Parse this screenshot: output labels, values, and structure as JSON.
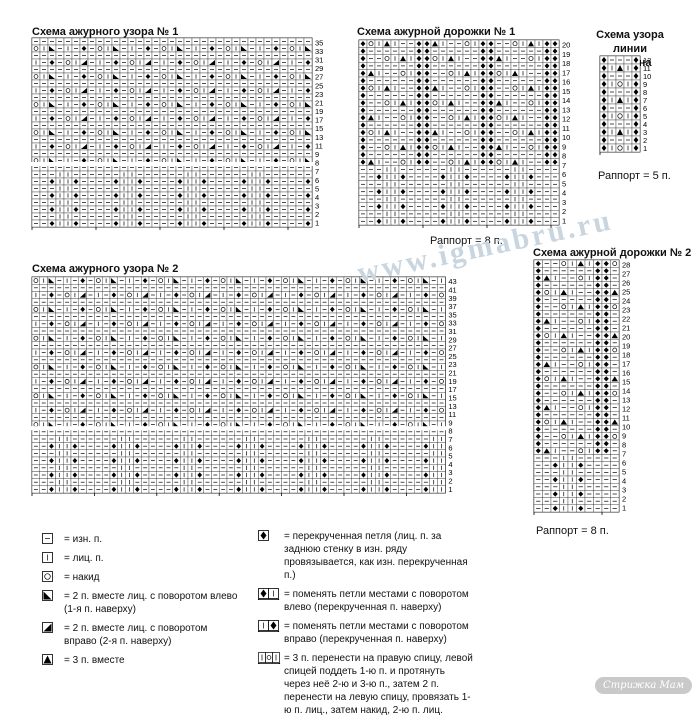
{
  "titles": {
    "chart1": "Схема ажурного узора № 1",
    "chart2": "Схема ажурной дорожки № 1",
    "chart3": "Схема узора линии реглана",
    "chart4": "Схема ажурного узора № 2",
    "chart5": "Схема ажурной дорожки № 2"
  },
  "rapports": {
    "chart2": "Раппорт = 8 п.",
    "chart3": "Раппорт = 5 п.",
    "chart5": "Раппорт = 8 п."
  },
  "row_labels": {
    "chart1": [
      "1",
      "2",
      "3",
      "4",
      "5",
      "6",
      "7",
      "8",
      "9",
      "11",
      "13",
      "15",
      "17",
      "19",
      "21",
      "23",
      "25",
      "27",
      "29",
      "31",
      "33",
      "35"
    ],
    "chart2": [
      "1",
      "2",
      "3",
      "4",
      "5",
      "6",
      "7",
      "8",
      "9",
      "10",
      "11",
      "12",
      "13",
      "14",
      "15",
      "16",
      "17",
      "18",
      "19",
      "20"
    ],
    "chart3": [
      "1",
      "2",
      "3",
      "4",
      "5",
      "6",
      "7",
      "8",
      "9",
      "10",
      "11",
      "12"
    ],
    "chart4": [
      "1",
      "2",
      "3",
      "4",
      "5",
      "6",
      "7",
      "8",
      "9",
      "11",
      "13",
      "15",
      "17",
      "19",
      "21",
      "23",
      "25",
      "27",
      "29",
      "31",
      "33",
      "35",
      "37",
      "39",
      "41",
      "43"
    ],
    "chart5": [
      "1",
      "2",
      "3",
      "4",
      "5",
      "6",
      "7",
      "8",
      "9",
      "10",
      "11",
      "12",
      "13",
      "14",
      "15",
      "16",
      "17",
      "18",
      "19",
      "20",
      "21",
      "22",
      "23",
      "24",
      "25",
      "26",
      "27",
      "28"
    ]
  },
  "legend_left": [
    {
      "symbol": "purl",
      "text": "= изн. п."
    },
    {
      "symbol": "knit",
      "text": "= лиц. п."
    },
    {
      "symbol": "yarnover",
      "text": "= накид"
    },
    {
      "symbol": "k2tog-left",
      "text": "= 2 п. вместе лиц. с поворотом влево (1-я п. наверху)"
    },
    {
      "symbol": "k2tog-right",
      "text": "= 2 п. вместе лиц. с поворотом вправо (2-я п. наверху)"
    },
    {
      "symbol": "k3tog",
      "text": "= 3 п. вместе"
    }
  ],
  "legend_right": [
    {
      "symbol": "twisted",
      "text": "= перекрученная петля (лиц. п. за заднюю стенку в изн. ряду провязывается, как изн. перекрученная п.)"
    },
    {
      "symbol": "cross-left",
      "text": "= поменять петли местами с поворотом влево (перекрученная п. наверху)"
    },
    {
      "symbol": "cross-right",
      "text": "= поменять петли местами с поворотом вправо (перекрученная п. наверху)"
    },
    {
      "symbol": "cross3",
      "text": "= 3 п. перенести на правую спицу, левой спицей поддеть 1-ю п. и протянуть через неё 2-ю и 3-ю п., затем 2 п. перенести на левую спицу, провязать 1-ю п. лиц., затем накид, 2-ю п. лиц."
    }
  ],
  "watermark": "www.igmabru.ru",
  "badge": "Стрижка Мам"
}
